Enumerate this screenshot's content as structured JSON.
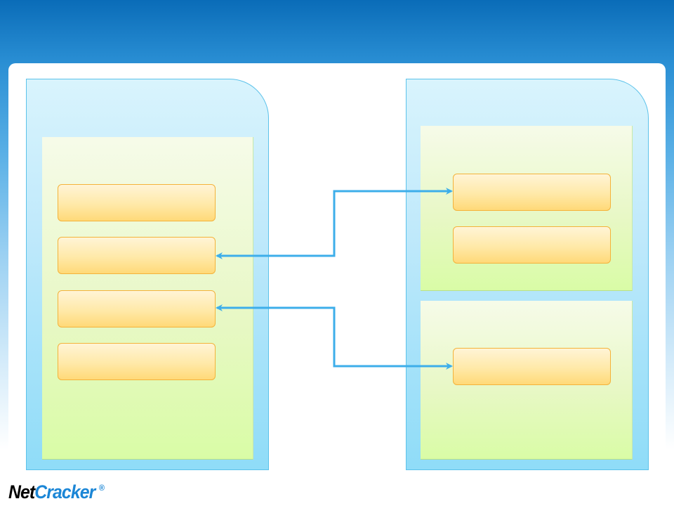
{
  "logo": {
    "part1": "Net",
    "part2": "Cracker",
    "mark": "®",
    "color_primary": "#000000",
    "color_accent": "#1b86d6"
  },
  "colors": {
    "header": "#0a6cb8",
    "panel": "#bfe9fb",
    "inner": "#e8f8c6",
    "box": "#ffe9a8",
    "box_border": "#f4b23a",
    "connector": "#3daeea"
  },
  "diagram": {
    "left_panel": {
      "boxes": 4
    },
    "right_panel": {
      "groups": [
        {
          "boxes": 2
        },
        {
          "boxes": 1
        }
      ]
    },
    "connections": [
      {
        "from": "left-box-2",
        "to": "right-box-1",
        "bidirectional": true
      },
      {
        "from": "left-box-3",
        "to": "right-box-3",
        "bidirectional": true
      }
    ]
  }
}
